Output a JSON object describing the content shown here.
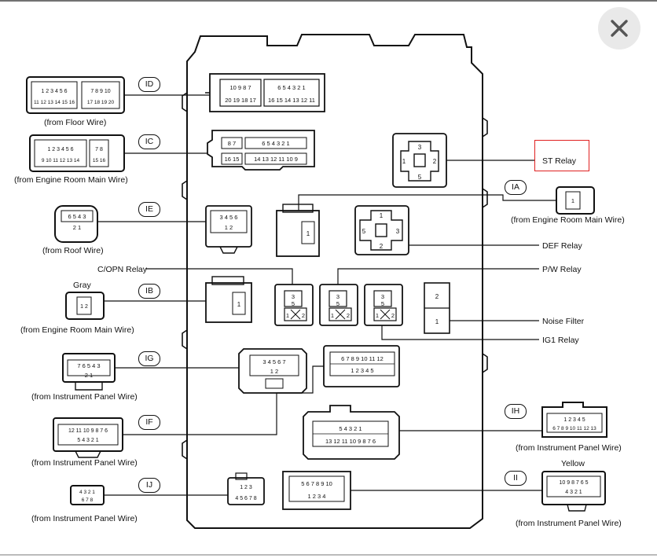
{
  "window": {
    "close_icon": "close-icon"
  },
  "connectors": [
    {
      "code": "ID",
      "source": "(from Floor Wire)"
    },
    {
      "code": "IC",
      "source": "(from Engine Room Main Wire)"
    },
    {
      "code": "IE",
      "source": "(from Roof Wire)"
    },
    {
      "code": "IB",
      "source": "(from Engine  Room Main Wire)",
      "color": "Gray"
    },
    {
      "code": "IG",
      "source": "(from Instrument Panel Wire)"
    },
    {
      "code": "IF",
      "source": "(from Instrument Panel Wire)"
    },
    {
      "code": "IJ",
      "source": "(from Instrument Panel Wire)"
    },
    {
      "code": "IA",
      "source": "(from Engine Room Main Wire)"
    },
    {
      "code": "IH",
      "source": "(from Instrument Panel Wire)"
    },
    {
      "code": "II",
      "source": "(from Instrument Panel Wire)",
      "color": "Yellow"
    }
  ],
  "relays": {
    "st": "ST Relay",
    "def": "DEF Relay",
    "c_opn": "C/OPN Relay",
    "p_w": "P/W Relay",
    "noise_filter": "Noise Filter",
    "ig1": "IG1 Relay"
  },
  "pins": {
    "id_top_a": "1 2 3 4 5 6",
    "id_top_b": "7 8 9 10",
    "id_bot_a": "11 12 13 14 15 16",
    "id_bot_b": "17 18 19 20",
    "ic_top_a": "1 2 3 4 5 6",
    "ic_top_b": "7 8",
    "ic_bot_a": "9 10 11 12 13 14",
    "ic_bot_b": "15 16",
    "ie": "6 5 4 3",
    "ie_b": "2  1",
    "ib": "1  2",
    "ig_top": "7 6 5 4 3",
    "ig_bot": "2  1",
    "if_top": "12 11 10 9 8 7 6",
    "if_bot": "5 4 3 2 1",
    "ij": "4 3 2 1",
    "ij_b": "6 7 8",
    "ia": "1",
    "ih_top": "1 2 3 4 5",
    "ih_bot": "6 7 8 9 10 11 12 13",
    "ii_top": "10 9 8 7 6 5",
    "ii_bot": "4 3 2 1",
    "blk_d_top_a": "10 9 8 7",
    "blk_d_top_b": "6 5 4 3 2 1",
    "blk_d_bot_a": "20 19 18 17",
    "blk_d_bot_b": "16 15 14 13 12 11",
    "blk_c_top_a": "8 7",
    "blk_c_top_b": "6 5 4 3 2 1",
    "blk_c_bot_a": "16 15",
    "blk_c_bot_b": "14 13 12 11 10 9",
    "blk_e_top": "3 4 5 6",
    "blk_e_bot": "1      2",
    "blk_g_top": "3 4 5 6 7",
    "blk_g_bot": "1          2",
    "blk_f_top": "6 7 8 9 10 11 12",
    "blk_f_bot": "1 2 3        4 5",
    "blk_h_top": "5 4        3 2 1",
    "blk_h_bot": "13 12 11 10 9 8 7 6",
    "blk_i_top": "5 6 7 8 9 10",
    "blk_i_bot": "1 2          3 4",
    "blk_j_top": "1 2 3",
    "blk_j_bot": "4 5 6 7 8",
    "blk_b": "1",
    "blk_a": "1",
    "relay_st": "3 1 2 5",
    "relay_def": "1 5 3 2",
    "relay_small": "3 5 1 2",
    "nf_2": "2",
    "nf_1": "1"
  }
}
